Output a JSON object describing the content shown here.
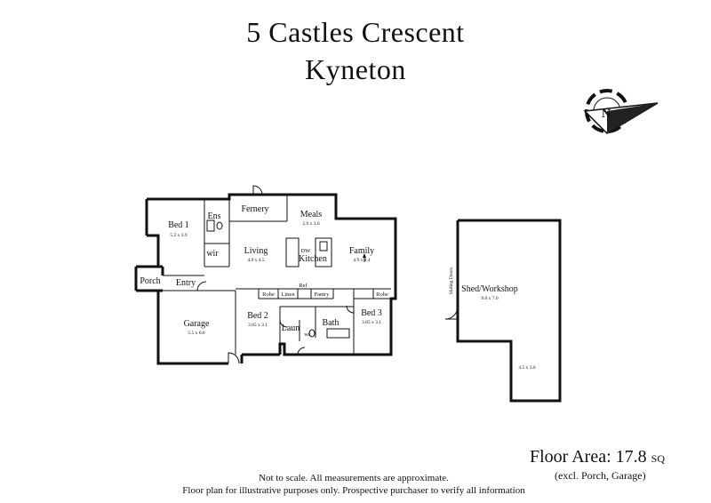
{
  "header": {
    "line1": "5 Castles Crescent",
    "line2": "Kyneton"
  },
  "rooms": {
    "bed1": {
      "name": "Bed 1",
      "dim": "5.2 x 3.9"
    },
    "ens": {
      "name": "Ens"
    },
    "wir": {
      "name": "wir"
    },
    "fernery": {
      "name": "Fernery"
    },
    "meals": {
      "name": "Meals",
      "dim": "2.9 x 3.6"
    },
    "living": {
      "name": "Living",
      "dim": "4.9 x 4.5"
    },
    "kitchen": {
      "name": "Kitchen"
    },
    "family": {
      "name": "Family",
      "dim": "4.9 x 4.4"
    },
    "porch": {
      "name": "Porch"
    },
    "entry": {
      "name": "Entry"
    },
    "garage": {
      "name": "Garage",
      "dim": "5.5 x 6.0"
    },
    "bed2": {
      "name": "Bed 2",
      "dim": "3.85 x 3.1"
    },
    "robe1": {
      "name": "Robe"
    },
    "linen": {
      "name": "Linen"
    },
    "ref": {
      "name": "Ref"
    },
    "pantry": {
      "name": "Pantry"
    },
    "bed3": {
      "name": "Bed 3",
      "dim": "3.85 x 3.1"
    },
    "robe2": {
      "name": "Robe"
    },
    "laun": {
      "name": "Laun"
    },
    "wc": {
      "name": "wc"
    },
    "bath": {
      "name": "Bath"
    },
    "dw": {
      "name": "DW"
    },
    "shed": {
      "name": "Shed/Workshop",
      "dim": "9.0 x 7.0"
    },
    "shed_extra": {
      "dim": "4.5 x 3.0"
    },
    "sliding": {
      "name": "Sliding Doors"
    }
  },
  "footer": {
    "floor_area": "Floor Area: 17.8",
    "floor_area_unit": "SQ",
    "excl": "(excl. Porch, Garage)",
    "note1": "Not to scale. All measurements are approximate.",
    "note2": "Floor plan for illustrative purposes only. Prospective purchaser to verify all information"
  }
}
